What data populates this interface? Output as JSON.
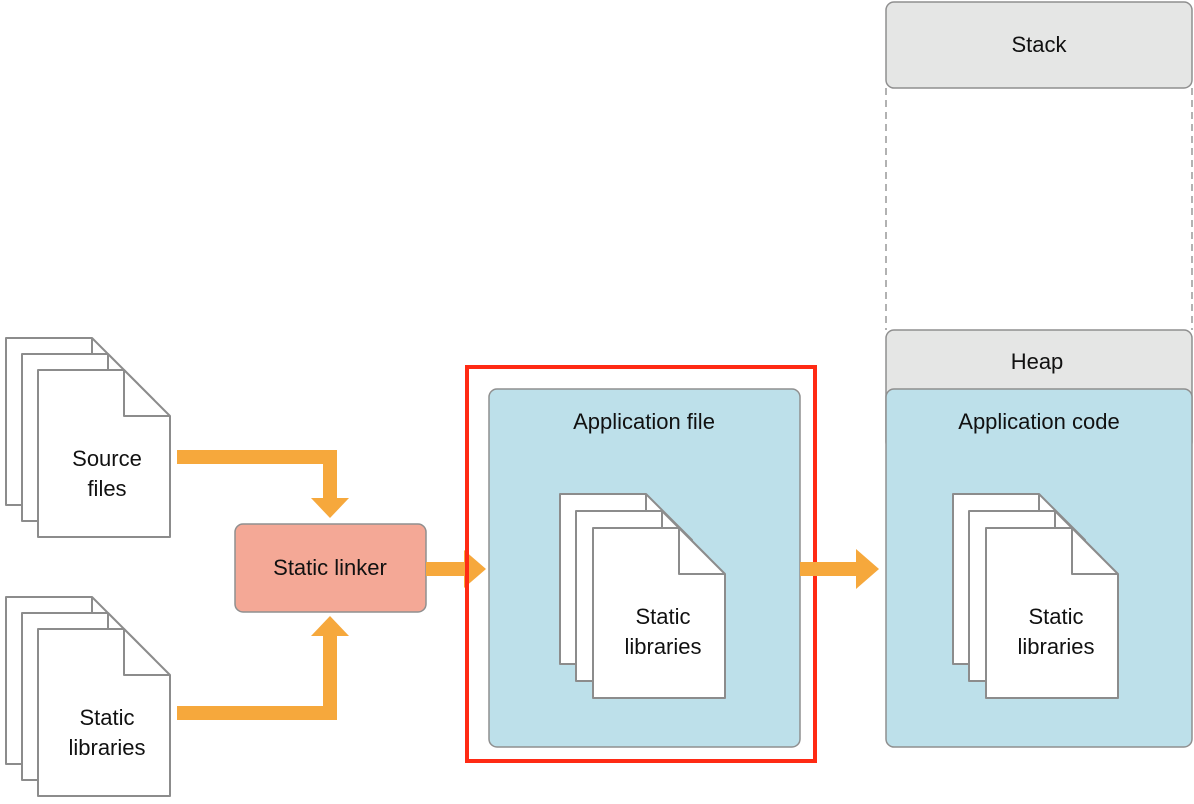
{
  "labels": {
    "source_files_line1": "Source",
    "source_files_line2": "files",
    "static_libs_line1": "Static",
    "static_libs_line2": "libraries",
    "static_linker": "Static linker",
    "application_file": "Application file",
    "app_file_libs_line1": "Static",
    "app_file_libs_line2": "libraries",
    "stack": "Stack",
    "heap": "Heap",
    "application_code": "Application code",
    "app_code_libs_line1": "Static",
    "app_code_libs_line2": "libraries"
  },
  "colors": {
    "arrow": "#f6a83c",
    "linker_fill": "#f4a896",
    "container_fill": "#bde0ea",
    "memory_gray": "#e5e6e5",
    "highlight": "#ff2a14",
    "doc_stroke": "#8c8c8c"
  }
}
